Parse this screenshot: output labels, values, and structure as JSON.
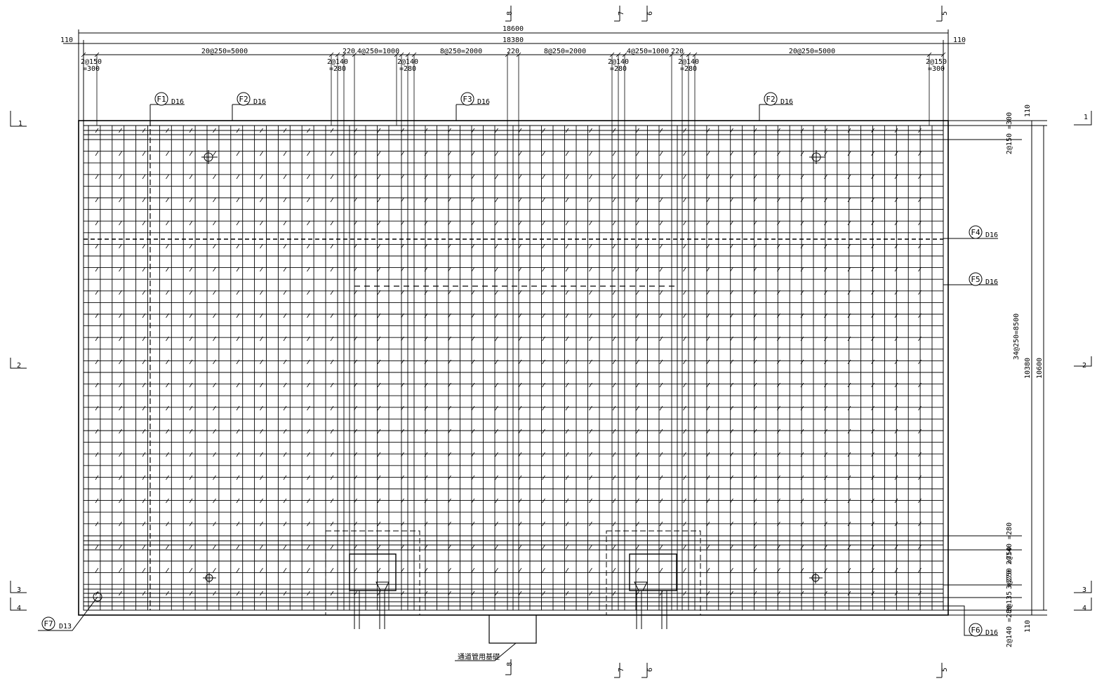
{
  "drawing": {
    "top_dims": {
      "overall": "18600",
      "inner": "18380",
      "edge_left": "110",
      "edge_right": "110",
      "seg_left": "20@250=5000",
      "seg_220_a": "220",
      "seg_mid_a": "4@250=1000",
      "seg_center_a": "8@250=2000",
      "seg_220_b": "220",
      "seg_center_b": "8@250=2000",
      "seg_mid_b": "4@250=1000",
      "seg_220_c": "220",
      "seg_right": "20@250=5000",
      "sub": [
        {
          "top": "2@150",
          "bot": "=300"
        },
        {
          "top": "2@140",
          "bot": "=280"
        },
        {
          "top": "2@140",
          "bot": "=280"
        },
        {
          "top": "2@140",
          "bot": "=280"
        },
        {
          "top": "2@140",
          "bot": "=280"
        },
        {
          "top": "2@150",
          "bot": "=300"
        }
      ]
    },
    "right_dims": {
      "top_edge": "110",
      "top_sub": "2@150 =300",
      "mid": "34@250=8500",
      "inner": "10380",
      "overall": "10600",
      "sub_a": "2@140 =280",
      "sub_b": "3@250 =750",
      "sub_c": "2@135 =270",
      "sub_d": "2@140 =280",
      "bottom_edge": "110"
    },
    "bars": [
      {
        "mark": "F1",
        "size": "D16"
      },
      {
        "mark": "F2",
        "size": "D16"
      },
      {
        "mark": "F3",
        "size": "D16"
      },
      {
        "mark": "F2",
        "size": "D16"
      },
      {
        "mark": "F4",
        "size": "D16"
      },
      {
        "mark": "F5",
        "size": "D16"
      },
      {
        "mark": "F6",
        "size": "D16"
      },
      {
        "mark": "F7",
        "size": "D13"
      }
    ],
    "note": "通道管用基礎",
    "sections": {
      "top": [
        "8",
        "7",
        "6",
        "5"
      ],
      "bottom": [
        "8",
        "7",
        "6",
        "5"
      ],
      "left": [
        "1",
        "2",
        "3",
        "4"
      ],
      "right": [
        "1",
        "2",
        "3",
        "4"
      ]
    }
  }
}
